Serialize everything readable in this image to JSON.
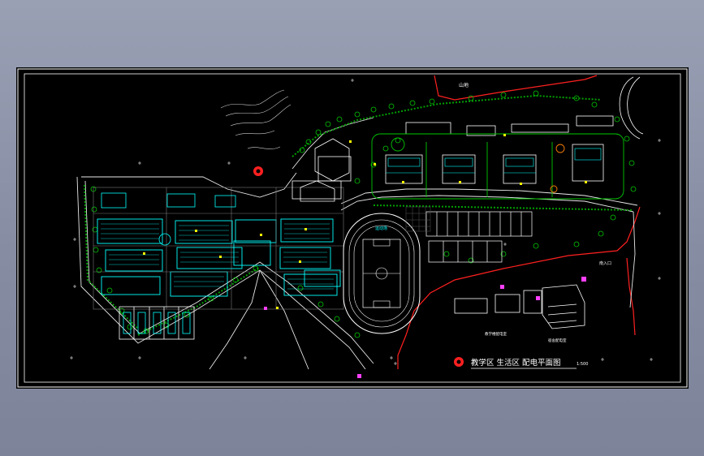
{
  "drawing": {
    "title": "教学区 生活区 配电平面图",
    "scale": "1:500",
    "labels": {
      "hill": "山地",
      "entrance": "南入口",
      "note1": "教学楼配电室",
      "note2": "宿舍配电室",
      "track_label": "运动场"
    }
  },
  "colors": {
    "background": "#000000",
    "frame": "#ffffff",
    "trees": "#00c800",
    "buildings": "#00ffff",
    "roads": "#ffffff",
    "boundary": "#ff2020",
    "title_text": "#ffffff"
  }
}
